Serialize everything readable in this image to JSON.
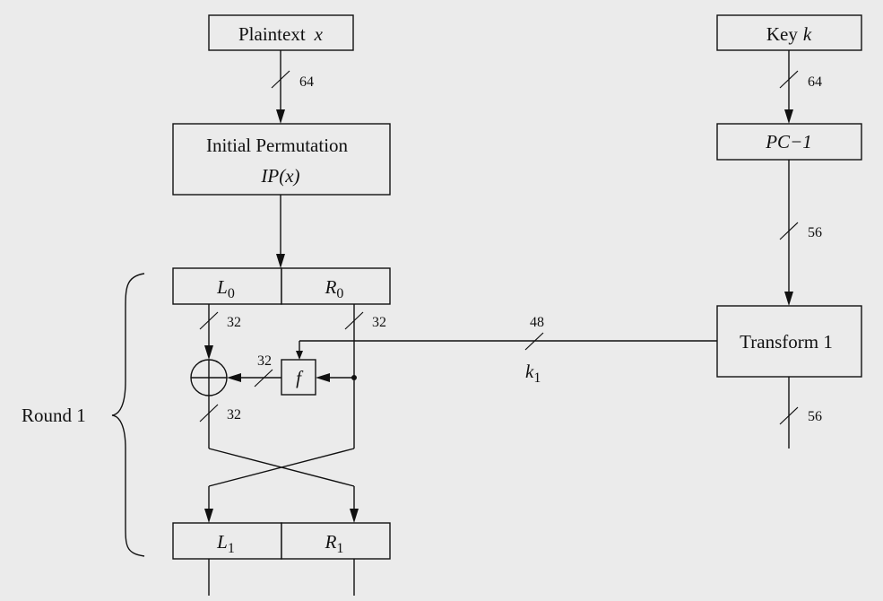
{
  "plaintext": {
    "label": "Plaintext",
    "var": "x"
  },
  "key": {
    "label": "Key",
    "var": "k"
  },
  "ip": {
    "line1": "Initial Permutation",
    "line2": "IP(x)"
  },
  "pc1": {
    "label": "PC−1"
  },
  "transform": {
    "label": "Transform 1"
  },
  "halves": {
    "l0": {
      "letter": "L",
      "sub": "0"
    },
    "r0": {
      "letter": "R",
      "sub": "0"
    },
    "l1": {
      "letter": "L",
      "sub": "1"
    },
    "r1": {
      "letter": "R",
      "sub": "1"
    }
  },
  "f_box": {
    "label": "f"
  },
  "round": {
    "label": "Round 1"
  },
  "subkey": {
    "letter": "k",
    "sub": "1"
  },
  "widths": {
    "plaintext": "64",
    "key": "64",
    "pc1_out": "56",
    "transform_out": "56",
    "l0": "32",
    "r0": "32",
    "f_out": "32",
    "xor_out": "32",
    "subkey": "48"
  }
}
